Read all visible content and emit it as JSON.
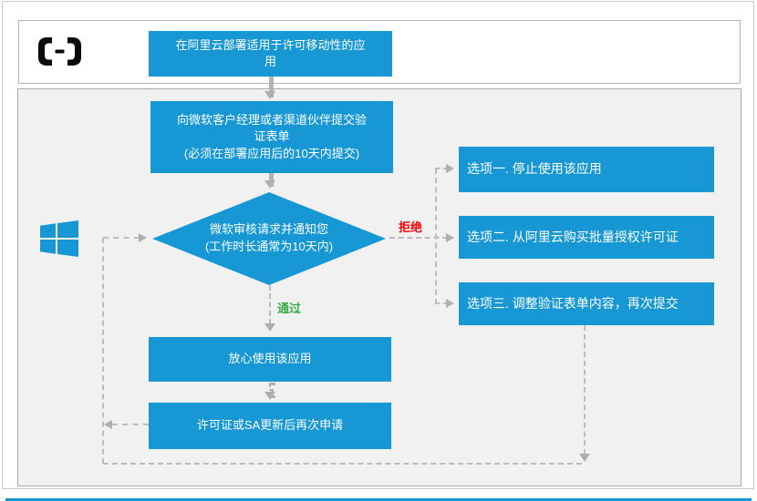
{
  "header": {
    "start_box": {
      "lines": [
        "在阿里云部署适用于许可移动性的应",
        "用"
      ]
    }
  },
  "flow": {
    "submit_box": {
      "lines": [
        "向微软客户经理或者渠道伙伴提交验",
        "证表单",
        "(必须在部署应用后的10天内提交)"
      ]
    },
    "review_diamond": {
      "lines": [
        "微软审核请求并通知您",
        "(工作时长通常为10天内)"
      ]
    },
    "reject_label": "拒绝",
    "pass_label": "通过",
    "options": [
      {
        "label": "选项一. 停止使用该应用"
      },
      {
        "label": "选项二. 从阿里云购买批量授权许可证"
      },
      {
        "label": "选项三. 调整验证表单内容，再次提交"
      }
    ],
    "use_box": {
      "label": "放心使用该应用"
    },
    "reapply_box": {
      "label": "许可证或SA更新后再次申请"
    }
  },
  "icons": {
    "alibaba_cloud_logo": "alibaba-cloud-logo",
    "windows_logo": "windows-logo"
  },
  "colors": {
    "node_blue": "#1798d4",
    "reject_red": "#fe0000",
    "pass_green": "#3aad4a",
    "connector_gray": "#bcbcbc",
    "band_gray": "#f1f1f2",
    "footer_blue": "#1798d4"
  }
}
